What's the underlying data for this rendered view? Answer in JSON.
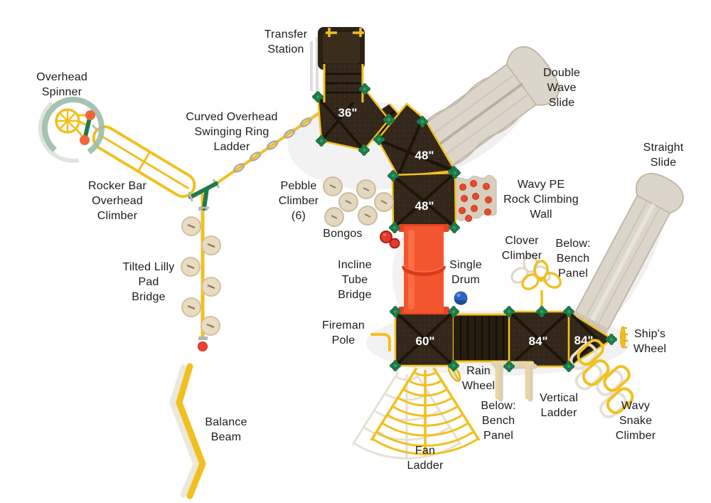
{
  "labels": {
    "transfer_station": "Transfer\nStation",
    "overhead_spinner": "Overhead\nSpinner",
    "curved_overhead_ladder": "Curved Overhead\nSwinging Ring\nLadder",
    "double_wave_slide": "Double\nWave\nSlide",
    "straight_slide": "Straight\nSlide",
    "rocker_bar": "Rocker Bar\nOverhead\nClimber",
    "pebble_climber": "Pebble\nClimber\n(6)",
    "wavy_pe_wall": "Wavy PE\nRock Climbing\nWall",
    "bongos": "Bongos",
    "clover_climber": "Clover\nClimber",
    "below_bench_panel_upper": "Below:\nBench\nPanel",
    "tilted_lilly_pad_bridge": "Tilted Lilly\nPad\nBridge",
    "incline_tube_bridge": "Incline\nTube\nBridge",
    "single_drum": "Single\nDrum",
    "fireman_pole": "Fireman\nPole",
    "ships_wheel": "Ship's\nWheel",
    "rain_wheel": "Rain\nWheel",
    "below_bench_panel_lower": "Below:\nBench\nPanel",
    "vertical_ladder": "Vertical\nLadder",
    "wavy_snake_climber": "Wavy\nSnake\nClimber",
    "balance_beam": "Balance\nBeam",
    "fan_ladder": "Fan\nLadder"
  },
  "deck_sizes": {
    "deck_36": "36\"",
    "deck_48_upper": "48\"",
    "deck_48_lower": "48\"",
    "deck_60": "60\"",
    "deck_84_main": "84\"",
    "deck_84_corner": "84\""
  },
  "colors": {
    "deck_brown": "#32271A",
    "edge_yellow": "#F2C01E",
    "connector_green": "#1E7A4A",
    "slide_beige": "#DCD5C9",
    "tube_orange": "#F3562F",
    "accent_red": "#E23B2E",
    "drum_blue": "#2E63BE",
    "pad_tan": "#E3D7C0"
  }
}
